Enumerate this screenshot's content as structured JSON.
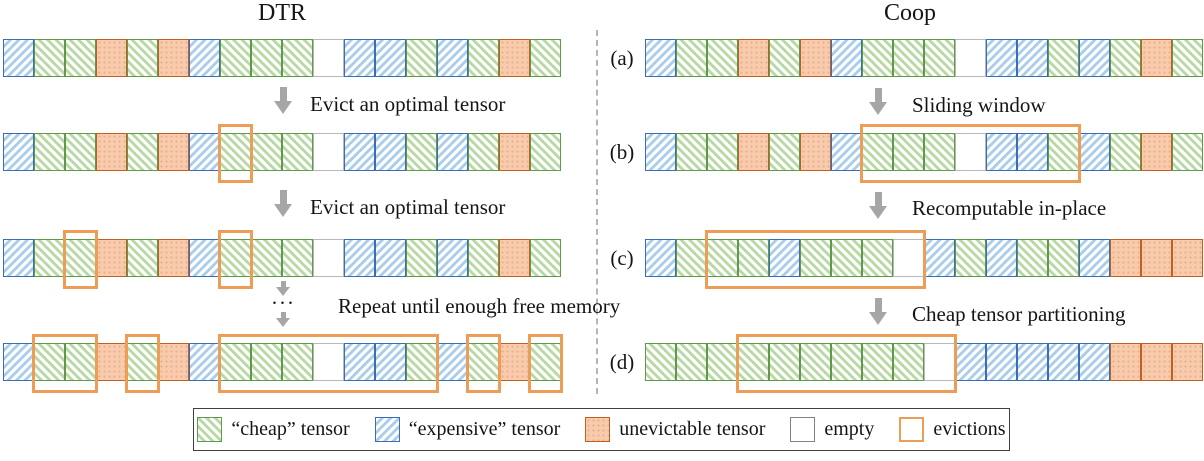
{
  "dtr": {
    "title": "DTR",
    "steps": [
      {
        "caption": "Evict an optimal tensor"
      },
      {
        "caption": "Evict an optimal tensor"
      },
      {
        "caption": "Repeat until enough free memory",
        "ellipsis": "···"
      }
    ],
    "rows": [
      {
        "id": "1",
        "cells": [
          "b",
          "g",
          "g",
          "o",
          "g",
          "o",
          "b",
          "g",
          "g",
          "g",
          "w",
          "b",
          "b",
          "g",
          "b",
          "g",
          "o",
          "g"
        ],
        "outlines": []
      },
      {
        "id": "2",
        "cells": [
          "b",
          "g",
          "g",
          "o",
          "g",
          "o",
          "b",
          "g",
          "g",
          "g",
          "w",
          "b",
          "b",
          "g",
          "b",
          "g",
          "o",
          "g"
        ],
        "outlines": [
          [
            7,
            7
          ]
        ]
      },
      {
        "id": "3",
        "cells": [
          "b",
          "g",
          "g",
          "o",
          "g",
          "o",
          "b",
          "g",
          "g",
          "g",
          "w",
          "b",
          "b",
          "g",
          "b",
          "g",
          "o",
          "g"
        ],
        "outlines": [
          [
            2,
            2
          ],
          [
            7,
            7
          ]
        ]
      },
      {
        "id": "4",
        "cells": [
          "b",
          "g",
          "g",
          "o",
          "g",
          "o",
          "b",
          "g",
          "g",
          "g",
          "w",
          "b",
          "b",
          "g",
          "b",
          "g",
          "o",
          "g"
        ],
        "outlines": [
          [
            1,
            2
          ],
          [
            4,
            4
          ],
          [
            7,
            13
          ],
          [
            15,
            15
          ],
          [
            17,
            17
          ]
        ]
      }
    ]
  },
  "coop": {
    "title": "Coop",
    "steps": [
      {
        "caption": "Sliding window"
      },
      {
        "caption": "Recomputable in-place"
      },
      {
        "caption": "Cheap tensor partitioning"
      }
    ],
    "rows": [
      {
        "label": "(a)",
        "cells": [
          "b",
          "g",
          "g",
          "o",
          "g",
          "o",
          "b",
          "g",
          "g",
          "g",
          "w",
          "b",
          "b",
          "g",
          "b",
          "g",
          "o",
          "g"
        ],
        "outlines": []
      },
      {
        "label": "(b)",
        "cells": [
          "b",
          "g",
          "g",
          "o",
          "g",
          "o",
          "b",
          "g",
          "g",
          "g",
          "w",
          "b",
          "b",
          "g",
          "b",
          "g",
          "o",
          "g"
        ],
        "outlines": [
          [
            7,
            13
          ]
        ]
      },
      {
        "label": "(c)",
        "cells": [
          "b",
          "g",
          "g",
          "g",
          "b",
          "g",
          "g",
          "g",
          "w",
          "b",
          "g",
          "b",
          "g",
          "g",
          "b",
          "o",
          "o",
          "o"
        ],
        "outlines": [
          [
            2,
            8
          ]
        ]
      },
      {
        "label": "(d)",
        "cells": [
          "g",
          "g",
          "g",
          "g",
          "g",
          "g",
          "g",
          "g",
          "g",
          "w",
          "b",
          "b",
          "b",
          "b",
          "b",
          "o",
          "o",
          "o"
        ],
        "outlines": [
          [
            3,
            9
          ]
        ]
      }
    ]
  },
  "legend": {
    "items": [
      {
        "type": "cheap",
        "label": "“cheap” tensor"
      },
      {
        "type": "expensive",
        "label": "“expensive” tensor"
      },
      {
        "type": "unevictable",
        "label": "unevictable tensor"
      },
      {
        "type": "empty",
        "label": "empty"
      },
      {
        "type": "evictions",
        "label": "evictions"
      }
    ]
  },
  "colors": {
    "cheap_stripe": "#b8d9a4",
    "cheap_border": "#5f9a49",
    "expensive_stripe": "#aacdec",
    "expensive_border": "#3a6db8",
    "unevictable_fill": "#f8cbad",
    "unevictable_border": "#c05f20",
    "eviction_outline": "#ed9d56",
    "arrow": "#a6a6a6"
  },
  "cell_type_names": {
    "g": "cheap-tensor",
    "b": "expensive-tensor",
    "o": "unevictable-tensor",
    "w": "empty"
  }
}
